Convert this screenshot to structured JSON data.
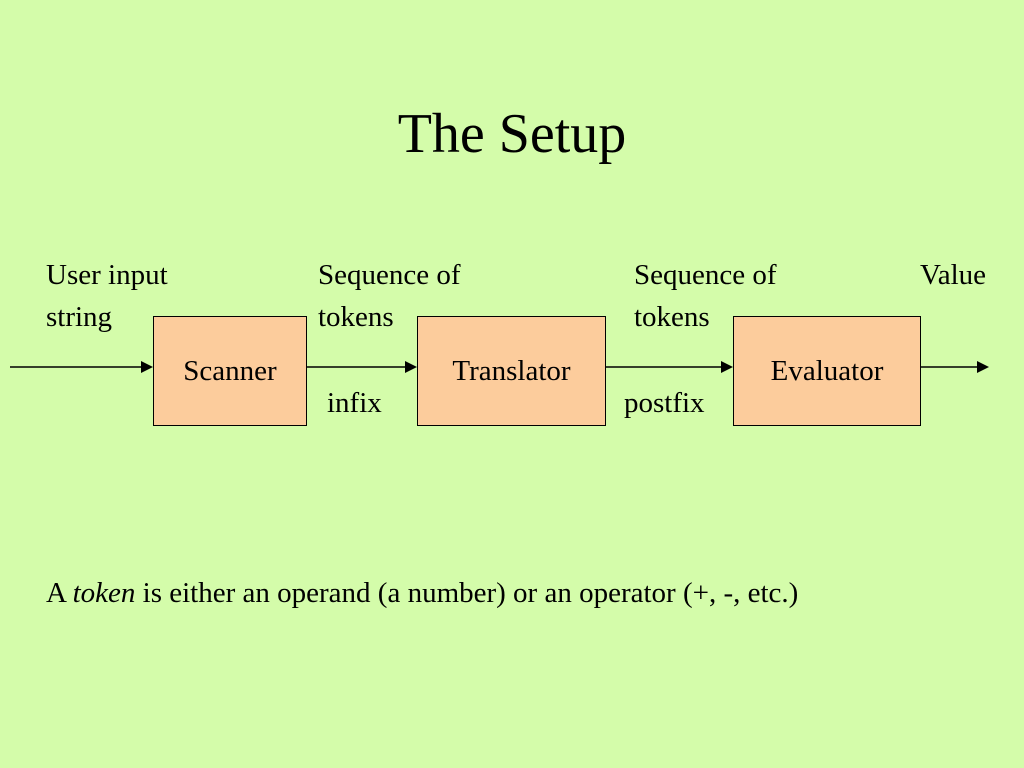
{
  "slide": {
    "title": "The Setup",
    "input_label": [
      "User input",
      "string"
    ],
    "tokens_label_1": [
      "Sequence of",
      "tokens"
    ],
    "tokens_label_2": [
      "Sequence of",
      "tokens"
    ],
    "output_label": "Value",
    "notation_1": "infix",
    "notation_2": "postfix",
    "stages": [
      "Scanner",
      "Translator",
      "Evaluator"
    ],
    "definition": {
      "prefix": "A ",
      "term": "token",
      "rest": " is either an operand (a number) or an operator (+, -, etc.)"
    }
  },
  "colors": {
    "background": "#d4fcaa",
    "box_fill": "#fccc9c",
    "stroke": "#000000"
  }
}
